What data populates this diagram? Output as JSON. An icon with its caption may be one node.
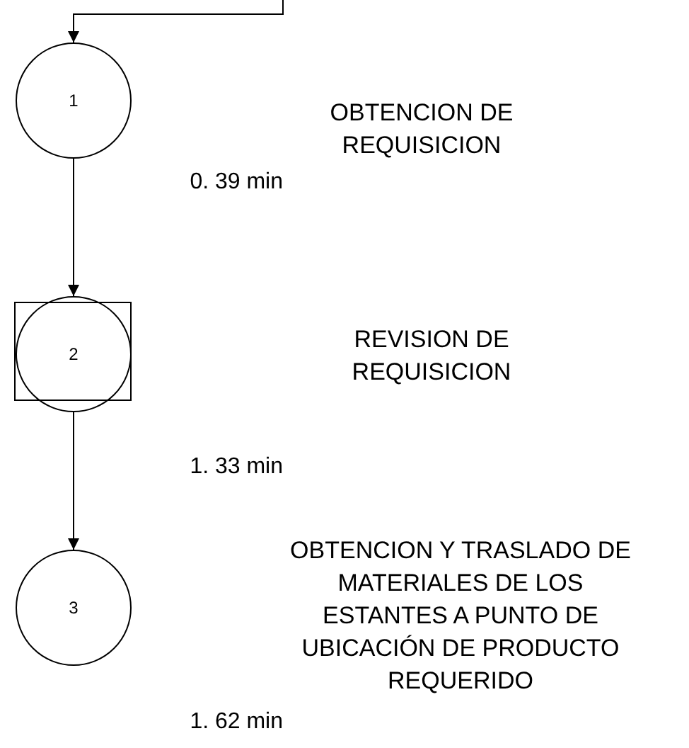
{
  "diagram": {
    "nodes": [
      {
        "text": [
          "1"
        ],
        "beside": [
          "0. 39 min"
        ]
      },
      {
        "text": [
          "2"
        ],
        "beside": [
          "1. 33 min"
        ]
      },
      {
        "text": [
          "3"
        ],
        "beside": [
          "1. 62 min"
        ]
      }
    ],
    "edges": [
      {
        "from": null,
        "to": 0,
        "arrow": "to"
      },
      {
        "from": 0,
        "to": 1,
        "arrow": "to"
      },
      {
        "from": 1,
        "to": 2,
        "arrow": "to"
      }
    ],
    "labels": [
      "OBTENCION DE REQUISICION",
      "REVISION DE REQUISICION",
      "OBTENCION Y TRASLADO DE MATERIALES DE LOS ESTANTES A PUNTO DE UBICACIÓN DE PRODUCTO REQUERIDO"
    ]
  }
}
